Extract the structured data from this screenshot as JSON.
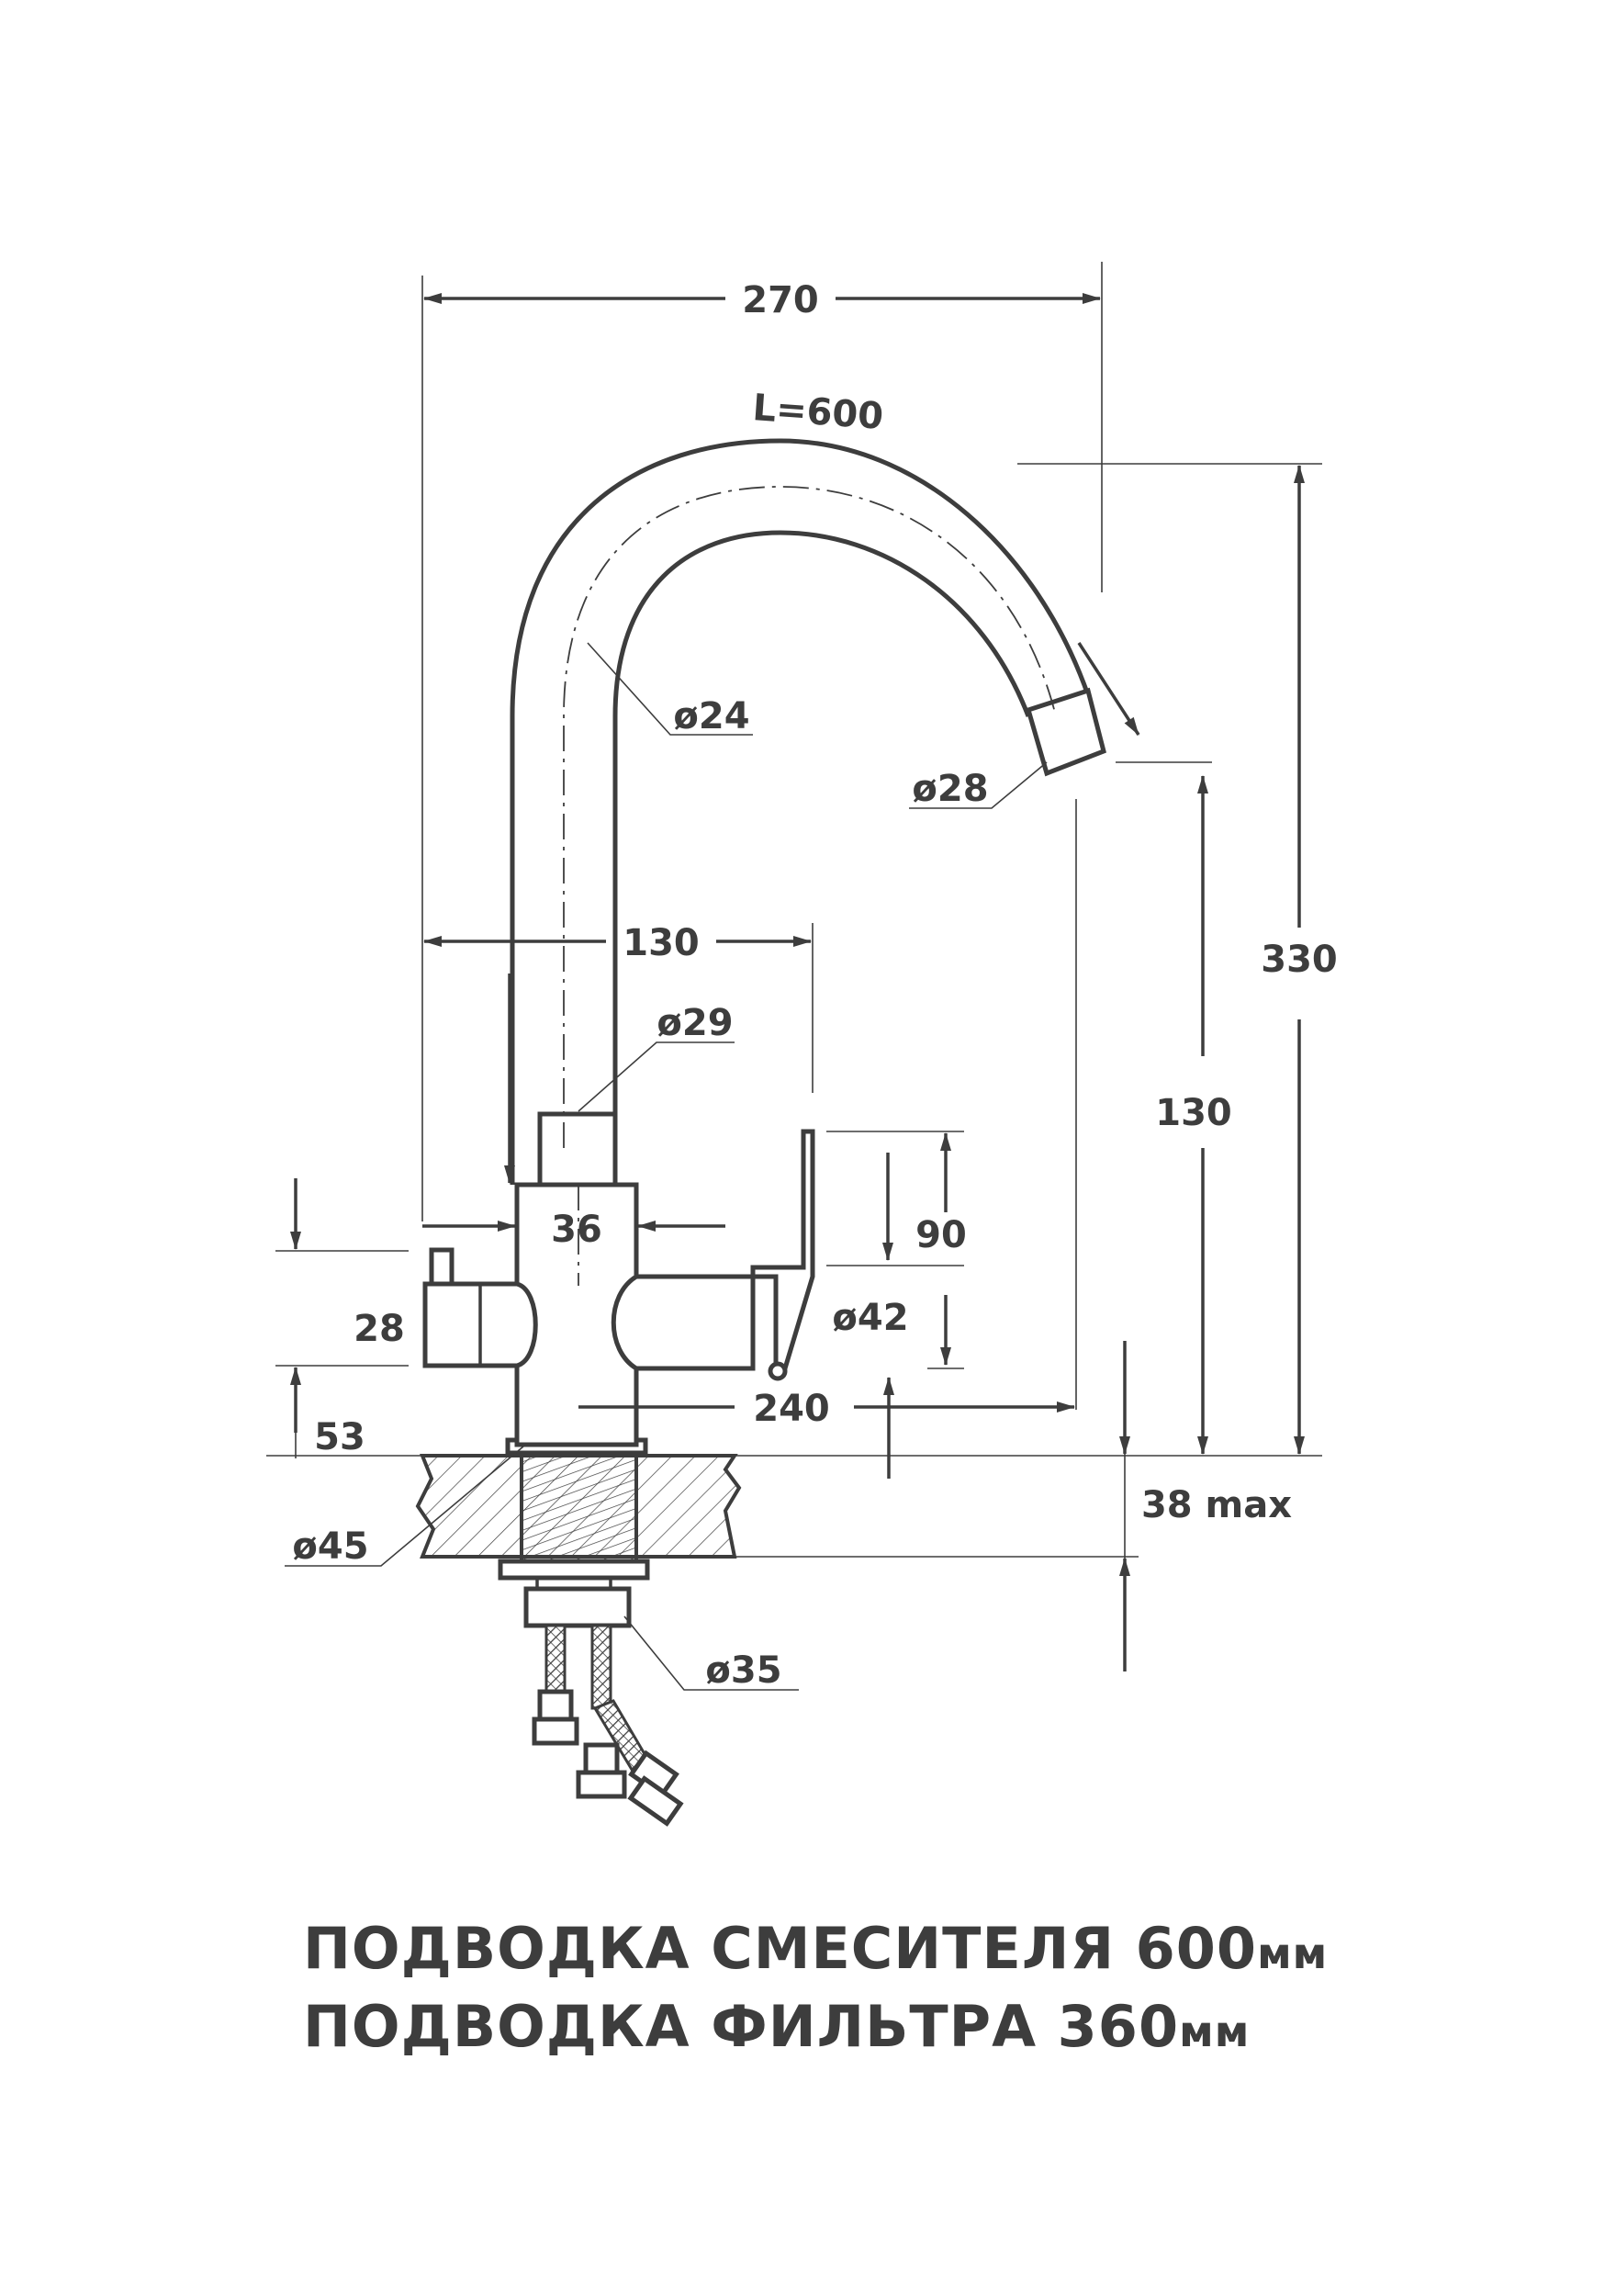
{
  "drawing": {
    "stroke_color": "#3d3d3d",
    "dimensions": {
      "overall_width": "270",
      "spout_length": "L=600",
      "spout_tube_diameter": "ø24",
      "spout_tip_diameter": "ø28",
      "lever_offset": "130",
      "neck_diameter": "ø29",
      "body_width": "36",
      "lever_height": "90",
      "body_diameter": "ø42",
      "filter_knob_height": "28",
      "base_height": "53",
      "reach": "240",
      "outlet_height": "130",
      "total_height": "330",
      "base_diameter": "ø45",
      "max_countertop": "38 max",
      "stud_diameter": "ø35"
    }
  },
  "captions": [
    {
      "text": "ПОДВОДКА СМЕСИТЕЛЯ 600",
      "unit": "мм"
    },
    {
      "text": "ПОДВОДКА ФИЛЬТРА 360",
      "unit": "мм"
    }
  ]
}
